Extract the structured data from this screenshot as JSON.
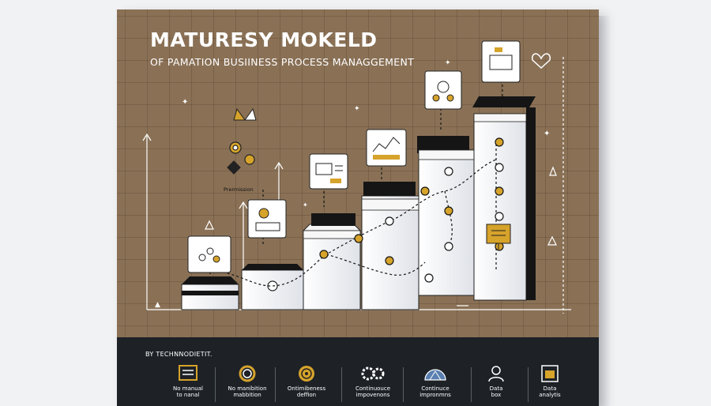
{
  "poster": {
    "title": "MATURESY MOKELD",
    "subtitle": "OF PAMATION BUSIINESS PROCESS MANAGGEMENT",
    "diagram_label": "Prermission",
    "byline": "BY TECHNNODIETIT."
  },
  "legend": {
    "items": [
      {
        "label": "No manual\nto nanal",
        "icon": "document-window-icon"
      },
      {
        "label": "No manibition\nmabbition",
        "icon": "ring-icon"
      },
      {
        "label": "Ontimibeness\ndeffion",
        "icon": "target-dial-icon"
      },
      {
        "label": "Continuouce\nimpovenons",
        "icon": "gears-icon"
      },
      {
        "label": "Continuce\nimpronmns",
        "icon": "dome-network-icon"
      },
      {
        "label": "Data\nbox",
        "icon": "person-icon"
      },
      {
        "label": "Data\nanalytis",
        "icon": "chart-frame-icon"
      }
    ]
  },
  "colors": {
    "poster_bg": "#8a7156",
    "band_bg": "#1e2227",
    "accent_gold": "#d6a32b",
    "block_face": "#f2f3f6",
    "block_top": "#151515"
  }
}
